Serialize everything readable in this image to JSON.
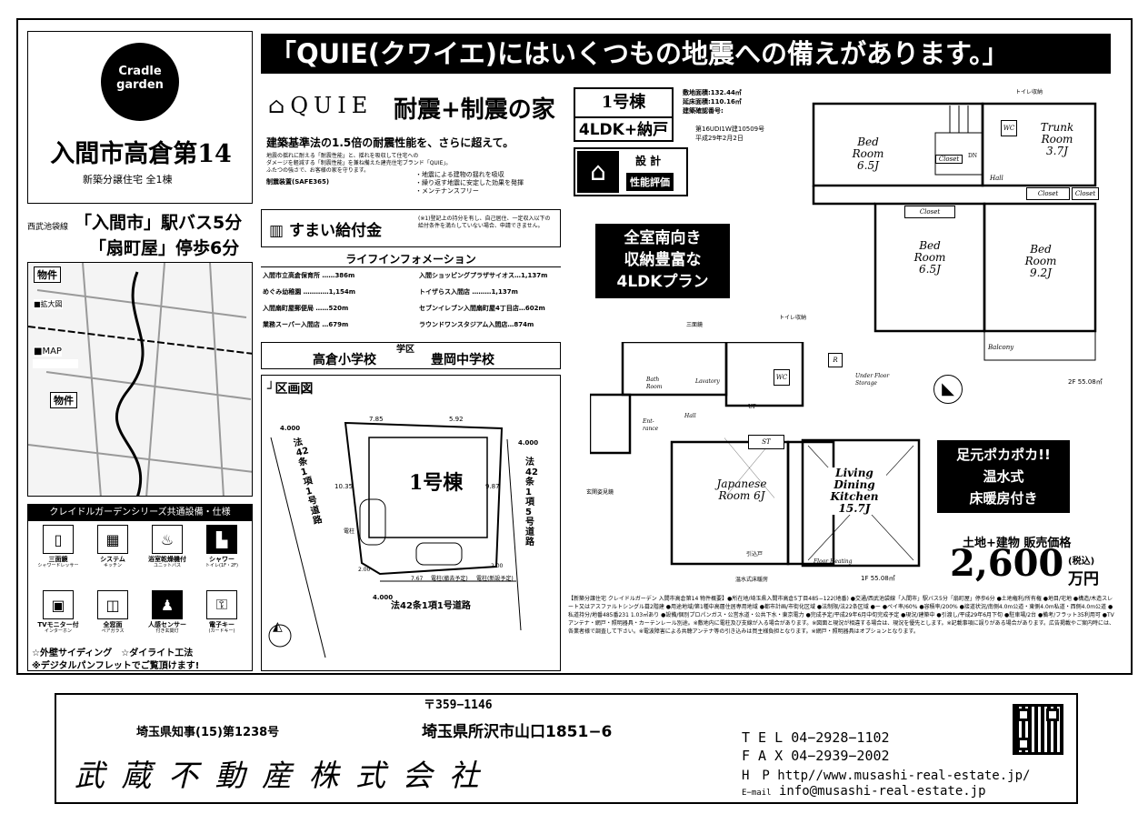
{
  "headline": "「QUIE(クワイエ)にはいくつもの地震への備えがあります。」",
  "brand": {
    "logo_line1": "Cradle",
    "logo_line2": "garden",
    "property_name": "入間市高倉第14",
    "property_sub": "新築分譲住宅 全1棟"
  },
  "access": {
    "line_label": "西武池袋線",
    "line1": "「入間市」駅バス5分",
    "line2": "「扇町屋」停歩6分"
  },
  "map": {
    "bukken_label": "物件",
    "kakudai_label": "■拡大図",
    "map_label": "■MAP",
    "bukken_label2": "物件"
  },
  "series": {
    "title": "クレイドルガーデンシリーズ共通設備・仕様",
    "items": [
      {
        "icon": "shower-dresser-icon",
        "label": "三面鏡",
        "sub": "シャワードレッサー"
      },
      {
        "icon": "kitchen-icon",
        "label": "システム",
        "sub": "キッチン"
      },
      {
        "icon": "bath-icon",
        "label": "浴室乾燥機付",
        "sub": "ユニットバス"
      },
      {
        "icon": "toilet-icon",
        "label": "シャワー",
        "sub": "トイレ(1F・2F)"
      },
      {
        "icon": "monitor-icon",
        "label": "TVモニター付",
        "sub": "インターホン"
      },
      {
        "icon": "pair-glass-icon",
        "label": "全窓面",
        "sub": "ペアガラス"
      },
      {
        "icon": "sensor-light-icon",
        "label": "人感センサー",
        "sub": "付き玄関灯"
      },
      {
        "icon": "card-key-icon",
        "label": "電子キー",
        "sub": "(カードキー)"
      }
    ],
    "note1": "☆外壁サイディング　☆ダイライト工法",
    "note2": "※デジタルパンフレットでご覧頂けます!"
  },
  "quie": {
    "logo": "QUIE",
    "tagline": "耐震+制震の家",
    "subhead": "建築基準法の1.5倍の耐震性能を、さらに超えて。",
    "body1": "地震の揺れに耐える「耐震性能」と、揺れを吸収して住宅への",
    "body2": "ダメージを軽減する「制震性能」を兼ね備えた建売住宅ブランド「QUIE」。",
    "body3": "ふたつの強さで、お客様の家を守ります。",
    "device": "制震装置(SAFE365)",
    "bullet1": "・地震による建物の揺れを吸収",
    "bullet2": "・繰り返す地震に安定した効果を発揮",
    "bullet3": "・メンテナンスフリー"
  },
  "kyufu": {
    "title": "すまい給付金",
    "note": "(※1)登記上の持分を有し、自己居住、一定収入以下の給付条件を満たしていない場合、申請できません。"
  },
  "lifeinfo": {
    "title": "ライフインフォメーション",
    "rows": [
      {
        "name": "入間市立高倉保育所",
        "dist": "386m",
        "name2": "入間ショッピングプラザサイオス",
        "dist2": "1,137m"
      },
      {
        "name": "めぐみ幼稚園",
        "dist": "1,154m",
        "name2": "トイザらス入間店",
        "dist2": "1,137m"
      },
      {
        "name": "入間扇町屋郵便局",
        "dist": "520m",
        "name2": "セブンイレブン入間扇町屋4丁目店",
        "dist2": "602m"
      },
      {
        "name": "業務スーパー入間店",
        "dist": "679m",
        "name2": "ラウンドワンスタジアム入間店",
        "dist2": "874m"
      }
    ]
  },
  "school": {
    "label": "学区",
    "elementary": "高倉小学校",
    "junior": "豊岡中学校"
  },
  "kukaku": {
    "title": "区画図",
    "road_left": "法42条1項1号道路",
    "road_right": "法42条1項5号道路",
    "road_bottom": "法42条1項1号道路",
    "width_left": "4.000",
    "width_right": "4.000",
    "width_bottom": "4.000",
    "dim_top1": "7.85",
    "dim_top2": "5.92",
    "dim_left": "10.35",
    "dim_right": "9.87",
    "dim_bottom": "7.67",
    "dim_corner1": "2.00",
    "dim_corner2": "2.00",
    "building": "1号棟",
    "pole1": "電柱",
    "pole2": "電柱(撤去予定)",
    "pole3": "電柱(新設予定)"
  },
  "plan": {
    "building_label": "1号棟",
    "layout": "4LDK+納戸",
    "site_area": "敷地面積:132.44㎡",
    "floor_area": "延床面積:110.16㎡",
    "cert_label": "建築確認番号:",
    "cert_no": "第16UDI1W建10509号",
    "cert_date": "平成29年2月2日",
    "seino1": "設 計",
    "seino2": "性能評価",
    "promo1": "全室南向き",
    "promo2": "収納豊富な",
    "promo3": "4LDKプラン",
    "floor2_area": "2F 55.08㎡",
    "floor1_area": "1F 55.08㎡",
    "rooms2": {
      "bed1": "Bed Room 6.5J",
      "bed2": "Bed Room 6.5J",
      "bed3": "Bed Room 9.2J",
      "trunk": "Trunk Room 3.7J",
      "balcony": "Balcony",
      "hall": "Hall",
      "toilet_storage": "トイレ収納",
      "closet": "Closet",
      "dn": "DN",
      "wc": "WC"
    },
    "rooms1": {
      "ldk": "Living Dining Kitchen 15.7J",
      "japanese": "Japanese Room 6J",
      "bath": "Bath Room",
      "lavatory": "Lavatory",
      "entrance": "Ent-rance",
      "hall": "Hall",
      "up": "UP",
      "st": "ST",
      "wc": "WC",
      "r": "R",
      "underfloor": "Under Floor Storage",
      "floor_heating": "Floor Heating",
      "sanmenkyo": "三面鏡",
      "toilet_storage": "トイレ収納",
      "genkan": "玄関姿見鏡",
      "hikido": "引込戸",
      "danbo": "温水式床暖房"
    },
    "heating1": "足元ポカポカ!!",
    "heating2": "温水式",
    "heating3": "床暖房付き"
  },
  "price": {
    "label": "土地+建物 販売価格",
    "amount": "2,600",
    "tax": "(税込)",
    "unit": "万円"
  },
  "gaiyo": "【新築分譲住宅 クレイドルガーデン 入間市高倉第14 物件概要】●所在地/埼玉県入間市高倉5丁目485−122(地番) ●交通/西武池袋線「入間市」駅バス5分「扇町屋」停歩6分 ●土地権利/所有権 ●地目/宅地 ●構造/木造スレート又はアスファルトシングル葺2階建 ●用途地域/第1種中高層住居専用地域 ●都市計画/市街化区域 ●法制限/法22条区域 ●ー ●ペイ率/60% ●容積率/200% ●接道状況/南側4.0m公道・東側4.0m私道・西側4.0m公道 ●私道持分/地番485番231 1.03㎡あり ●設備/個別プロパンガス・公営水道・公共下水・東京電力 ●完成予定/平成29年6月中旬完成予定 ●現況/建築中 ●引渡し/平成29年6月下旬 ●駐車場/2台 ●備考/フラット35利用可 ●TVアンテナ・網戸・照明器具・カーテンレール別途。※敷地内に電柱及び支線が入る場合があります。※図面と現況が相違する場合は、現況を優先とします。※記載事項に誤りがある場合があります。広告掲載やご案内時には、各業者様で調査して下さい。※電波障害による共聴アンテナ等の引き込みは買主様負担となります。※網戸・照明器具はオプションとなります。",
  "footer": {
    "postal": "〒359−1146",
    "license": "埼玉県知事(15)第1238号",
    "address": "埼玉県所沢市山口1851−6",
    "company": "武 蔵 不 動 産 株 式 会 社",
    "tel_label": "T E L",
    "tel": "04−2928−1102",
    "fax_label": "F A X",
    "fax": "04−2939−2002",
    "hp_label": "H　P",
    "hp": "http//www.musashi-real-estate.jp/",
    "mail_label": "E−mail",
    "mail": "info@musashi-real-estate.jp"
  }
}
